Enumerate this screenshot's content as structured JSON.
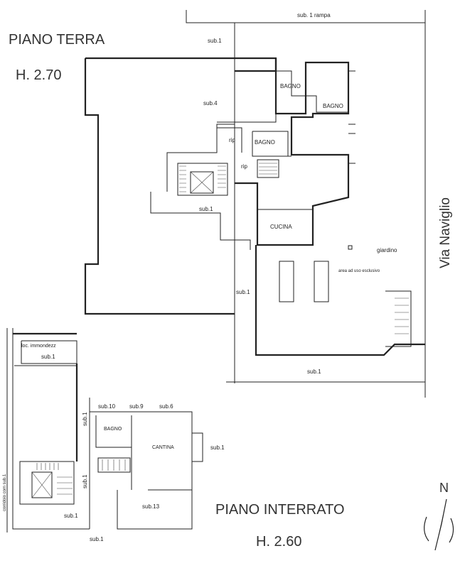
{
  "upper_floor": {
    "title": "PIANO TERRA",
    "height": "H. 2.70",
    "labels": {
      "rampa": "sub. 1 rampa",
      "sub1_top": "sub.1",
      "sub4": "sub.4",
      "bagno1": "BAGNO",
      "bagno2": "BAGNO",
      "bagno3": "BAGNO",
      "rip": "rip",
      "rip2": "rip",
      "sub1_mid": "sub.1",
      "cucina": "CUCINA",
      "giardino": "giardino",
      "area": "area ad uso esclusivo",
      "sub1_low": "sub.1",
      "sub1_bottom": "sub.1"
    },
    "street": "Via Naviglio"
  },
  "lower_floor": {
    "title": "PIANO INTERRATO",
    "height": "H. 2.60",
    "labels": {
      "immondezz": "loc. immondezz",
      "sub1_a": "sub.1",
      "sub10": "sub.10",
      "sub9": "sub.9",
      "sub6": "sub.6",
      "sub1_vert": "sub.1",
      "bagno": "BAGNO",
      "cantina": "CANTINA",
      "sub1_right": "sub.1",
      "sub1_vert2": "sub.1",
      "sub13": "sub.13",
      "sub1_b": "sub.1",
      "sub1_c": "sub.1",
      "corridoio": "corridoio com sub.1"
    }
  },
  "north": "N"
}
